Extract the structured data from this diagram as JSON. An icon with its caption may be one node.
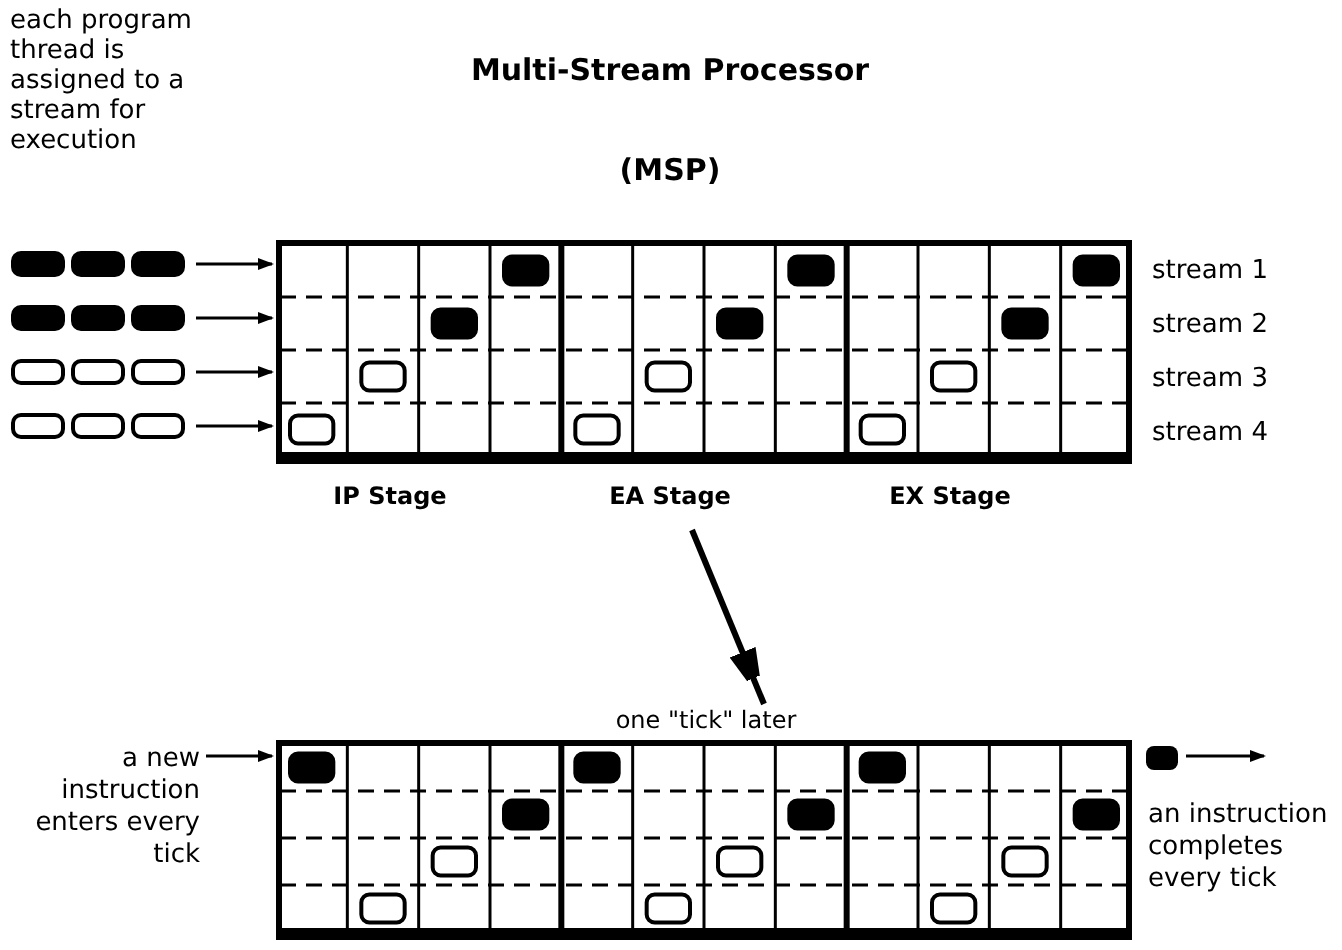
{
  "diagram": {
    "title": "Multi-Stream Processor (MSP)",
    "nodes": [
      {
        "text": [],
        "shape": "box"
      },
      {
        "text": [],
        "shape": "box"
      },
      {
        "text": [],
        "shape": "box"
      },
      {
        "text": [],
        "shape": "box"
      },
      {
        "text": [],
        "shape": "box"
      },
      {
        "text": [
          "a new instruction enters every tick"
        ]
      },
      {
        "text": [],
        "shape": "box",
        "beside": [
          "one \"tick\" later"
        ]
      },
      {
        "text": [],
        "shape": "box"
      }
    ],
    "edges": [
      {
        "from": 0,
        "to": 4,
        "arrow": "to"
      },
      {
        "from": 1,
        "to": 4,
        "arrow": "to"
      },
      {
        "from": 2,
        "to": 4,
        "arrow": "to"
      },
      {
        "from": 3,
        "to": 4,
        "arrow": "to"
      },
      {
        "from": 4,
        "to": 6,
        "arrow": "to",
        "style": "thick"
      },
      {
        "from": 5,
        "to": 6,
        "arrow": "to"
      },
      {
        "from": 7,
        "to": null,
        "arrow": "to"
      }
    ],
    "labels": [
      "each program thread is assigned to a stream for execution",
      "stream 1",
      "stream 2",
      "stream 3",
      "stream 4",
      "IP Stage",
      "EA Stage",
      "EX Stage",
      "an instruction completes every tick"
    ]
  }
}
